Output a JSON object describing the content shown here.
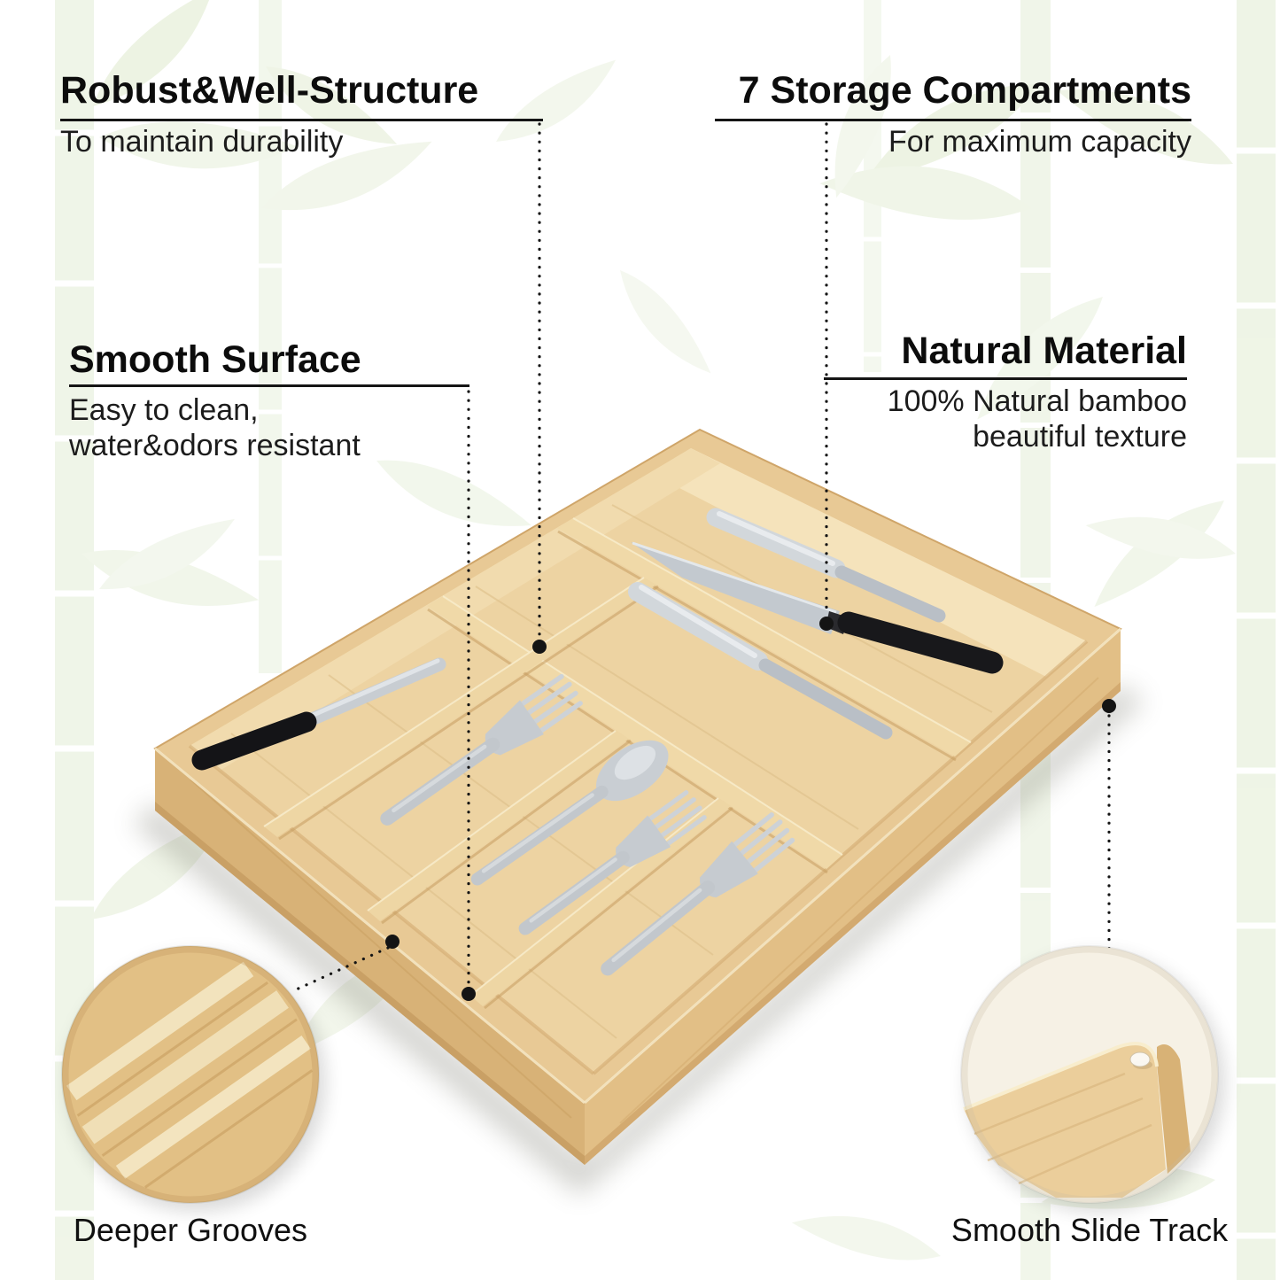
{
  "page": {
    "background": "#ffffff",
    "theme": "bamboo cutlery organizer infographic"
  },
  "callouts": {
    "robust": {
      "title": "Robust&Well-Structure",
      "desc": "To maintain durability"
    },
    "storage": {
      "title": "7 Storage Compartments",
      "desc": "For maximum capacity"
    },
    "smooth": {
      "title": "Smooth Surface",
      "desc_line1": "Easy to clean,",
      "desc_line2": "water&odors resistant"
    },
    "natural": {
      "title": "Natural Material",
      "desc_line1": "100% Natural bamboo",
      "desc_line2": "beautiful texture"
    }
  },
  "insets": {
    "deeper_grooves": {
      "label": "Deeper Grooves"
    },
    "slide_track": {
      "label": "Smooth Slide Track"
    }
  },
  "scene": {
    "product": "bamboo cutlery drawer organizer tray",
    "compartment_count": 7,
    "visible_items": [
      "table knife",
      "chef knife with black handle",
      "dinner knife",
      "paring knife with black handle",
      "fork",
      "fork",
      "fork",
      "spoon"
    ]
  },
  "colors": {
    "wood_rim": "#e8c995",
    "wood_floor": "#edd3a2",
    "wood_wall_dark": "#d8b277",
    "wood_wall_light": "#e2bf86",
    "divider": "#f0d9a8",
    "steel": "#c6cbd0",
    "handle_black": "#18181b",
    "watermark_green": "#e3edd6",
    "leader": "#141414",
    "text": "#0c0c0c"
  }
}
